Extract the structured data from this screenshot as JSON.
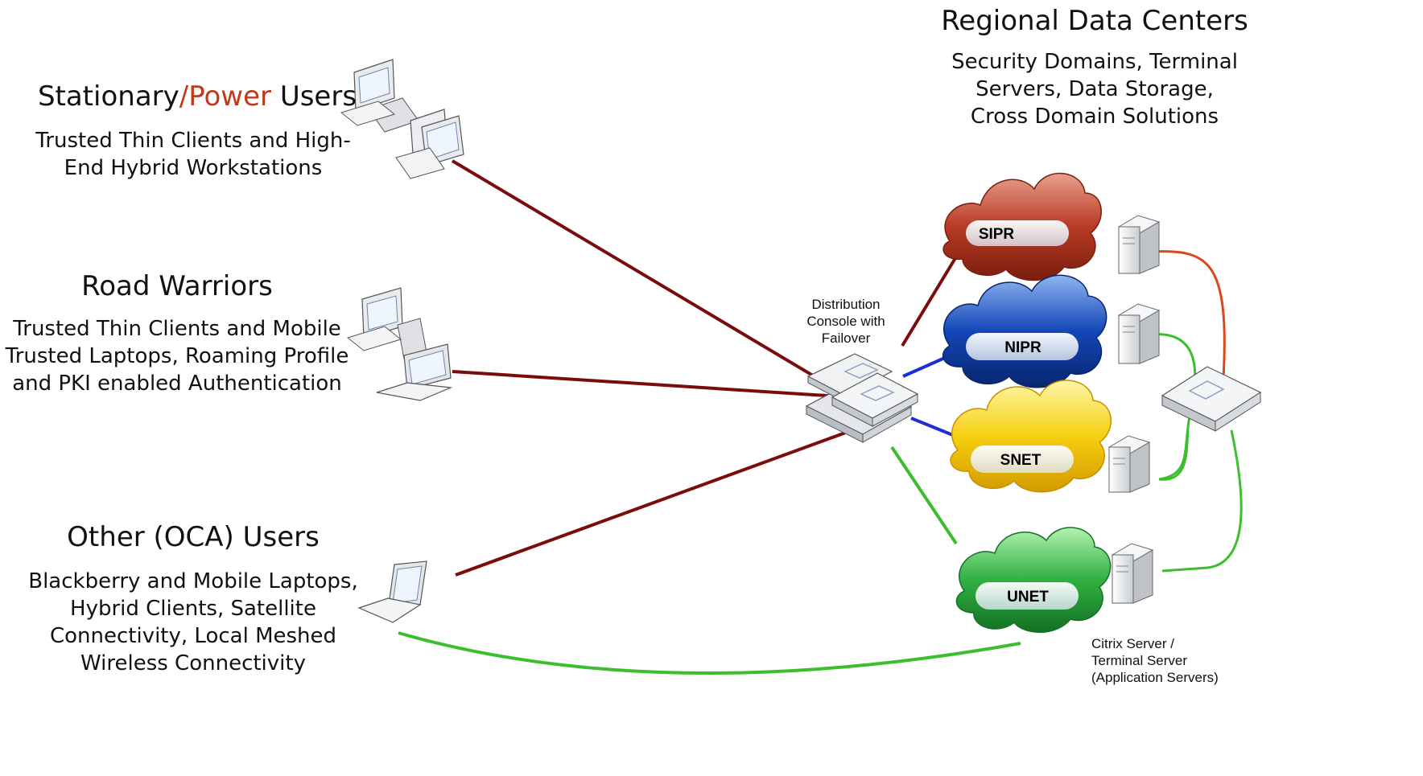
{
  "stationary": {
    "title_part1": "Stationary",
    "title_sep": "/",
    "title_power": "Power",
    "title_part2": " Users",
    "lines": [
      "Trusted Thin Clients and High-",
      "End Hybrid Workstations"
    ]
  },
  "road": {
    "title": "Road Warriors",
    "lines": [
      "Trusted Thin Clients and Mobile",
      "Trusted Laptops, Roaming Profile",
      "and PKI enabled Authentication"
    ]
  },
  "other": {
    "title": "Other (OCA) Users",
    "lines": [
      "Blackberry and Mobile Laptops,",
      "Hybrid Clients, Satellite",
      "Connectivity, Local Meshed",
      "Wireless Connectivity"
    ]
  },
  "regional": {
    "title": "Regional Data Centers",
    "lines": [
      "Security Domains, Terminal",
      "Servers, Data Storage,",
      "Cross Domain Solutions"
    ]
  },
  "console": {
    "lines": [
      "Distribution",
      "Console with",
      "Failover"
    ]
  },
  "clouds": {
    "sipr": "SIPR",
    "nipr": "NIPR",
    "snet": "SNET",
    "unet": "UNET"
  },
  "servers": {
    "lines": [
      "Citrix Server /",
      "Terminal Server",
      "(Application Servers)"
    ]
  },
  "colors": {
    "client_link": "#7a0c0c",
    "domain_link": "#1b2fd6",
    "green_link": "#3cbf2e",
    "orange_link": "#d9481a",
    "accent": "#c0391b",
    "sipr": "#b83a24",
    "nipr": "#0b3aa8",
    "snet": "#f4c400",
    "unet": "#27a33b"
  }
}
